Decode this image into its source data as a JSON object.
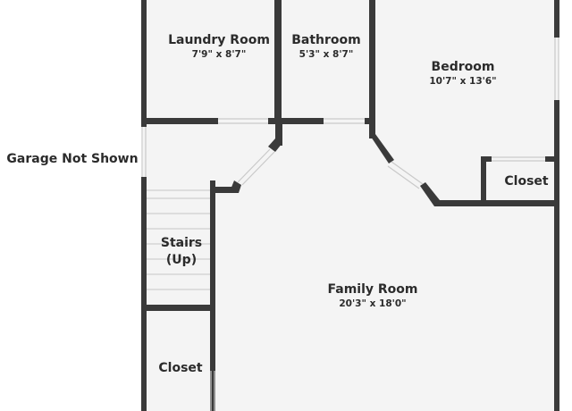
{
  "rooms": {
    "laundry": {
      "name": "Laundry Room",
      "dims": "7'9\" x 8'7\""
    },
    "bathroom": {
      "name": "Bathroom",
      "dims": "5'3\" x 8'7\""
    },
    "bedroom": {
      "name": "Bedroom",
      "dims": "10'7\" x 13'6\""
    },
    "closet_bedroom": {
      "name": "Closet"
    },
    "stairs": {
      "name_line1": "Stairs",
      "name_line2": "(Up)"
    },
    "family": {
      "name": "Family Room",
      "dims": "20'3\" x 18'0\""
    },
    "closet_lower": {
      "name": "Closet"
    }
  },
  "garage_label": "Garage Not Shown",
  "colors": {
    "wall": "#3a3a3a",
    "floor": "#f4f4f4",
    "text": "#2b2b2b"
  }
}
